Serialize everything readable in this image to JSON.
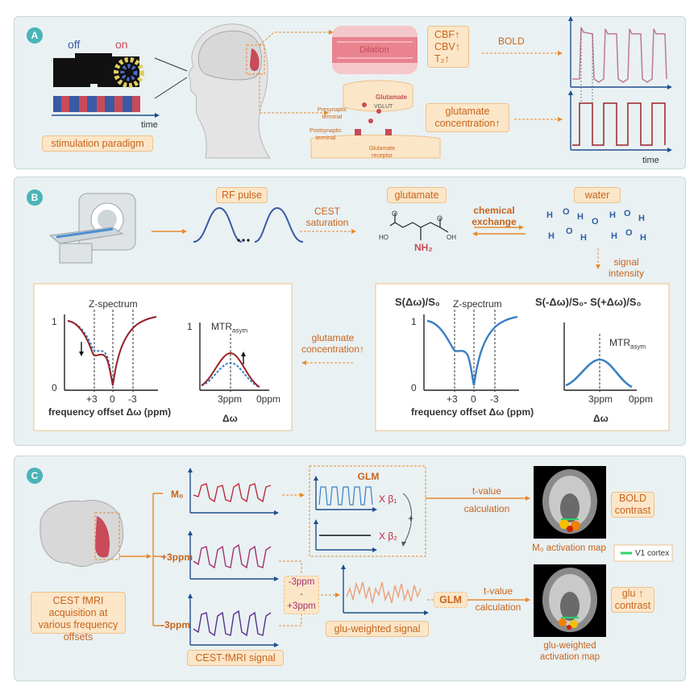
{
  "panelA": {
    "label": "A",
    "off": "off",
    "on": "on",
    "time1": "time",
    "stim_paradigm": "stimulation paradigm",
    "dilation": "Dilation",
    "cbf": "CBF↑",
    "cbv": "CBV↑",
    "t2": "T₂↑",
    "bold": "BOLD",
    "glu_conc": "glutamate concentration↑",
    "time2": "time",
    "glutamate": "Glutamate",
    "vglut": "VGLUT",
    "presyn": "Presynaptic terminal",
    "postsyn": "Postsynaptic terminal",
    "glu_receptor": "Glutamate receptor"
  },
  "panelB": {
    "label": "B",
    "rf_pulse": "RF pulse",
    "cest_sat": "CEST saturation",
    "glutamate": "glutamate",
    "chem_exchange": "chemical exchange",
    "water": "water",
    "signal_intensity": "signal intensity",
    "ho": "HO",
    "oh": "OH",
    "o": "O",
    "nh2": "NH₂",
    "z_spectrum": "Z-spectrum",
    "mtr": "MTR",
    "mtr_sub": "asym",
    "one": "1",
    "zero": "0",
    "p3": "+3",
    "z0": "0",
    "m3": "-3",
    "ppm3": "3ppm",
    "ppm0": "0ppm",
    "freq_offset": "frequency offset Δω (ppm)",
    "dw": "Δω",
    "glu_conc": "glutamate concentration↑",
    "s_dw": "S(Δω)/S₀",
    "s_asym": "S(-Δω)/S₀- S(+Δω)/S₀"
  },
  "panelC": {
    "label": "C",
    "m0": "M₀",
    "p3ppm": "+3ppm",
    "m3ppm": "-3ppm",
    "glm": "GLM",
    "beta1": "X  β₁",
    "beta2": "X  β₂",
    "plus": "+",
    "tvalue1": "t-value",
    "calc1": "calculation",
    "bold_contrast": "BOLD contrast",
    "m0_map": "M₀ activation map",
    "v1": "V1 cortex",
    "acq": "CEST fMRI acquisition at various frequency offsets",
    "cest_signal": "CEST-fMRI signal",
    "minus3": "-3ppm",
    "dash": "-",
    "plus3": "+3ppm",
    "glu_weighted": "glu-weighted signal",
    "glm2": "GLM",
    "tvalue2": "t-value",
    "calc2": "calculation",
    "glu_contrast": "glu ↑ contrast",
    "glu_map": "glu-weighted activation map"
  },
  "colors": {
    "orange": "#e8892b",
    "navy": "#1f4e8c",
    "red": "#9b2226",
    "blue": "#3a7fc1",
    "teal": "#4ab4b8"
  }
}
